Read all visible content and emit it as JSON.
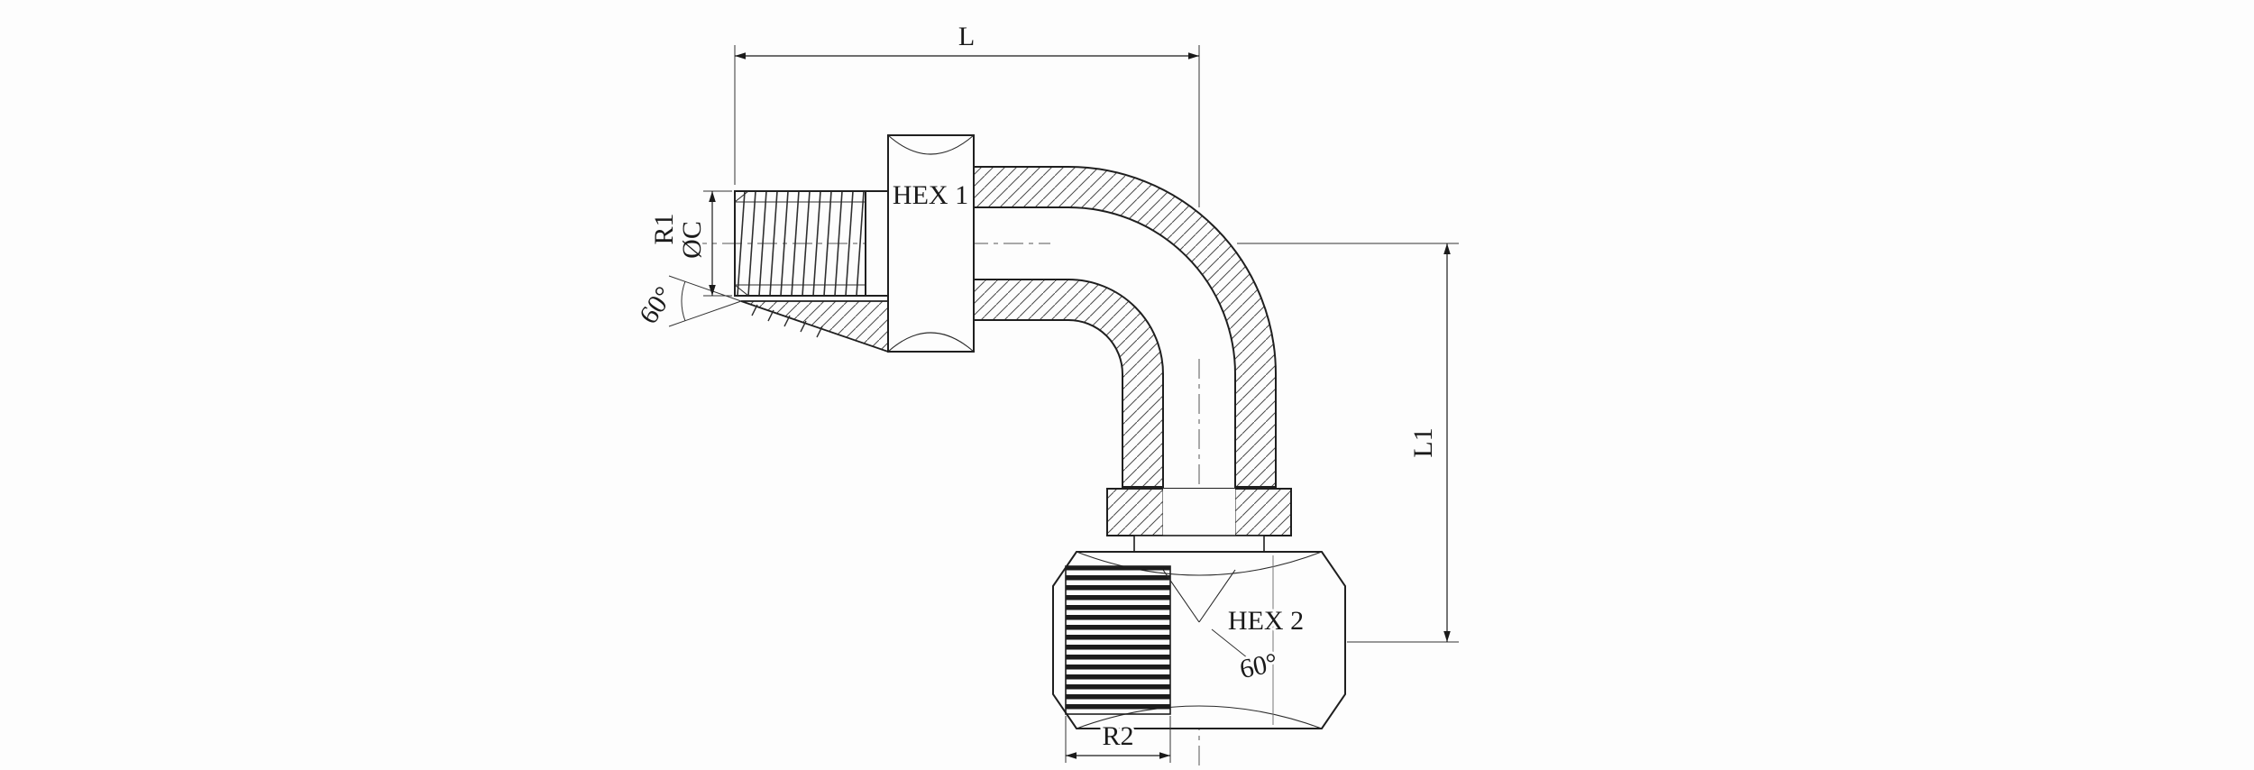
{
  "drawing": {
    "labels": {
      "dim_l": "L",
      "hex1": "HEX 1",
      "r1": "R1",
      "phi_c": "ØC",
      "cone_angle": "60°",
      "dim_l1": "L1",
      "hex2": "HEX 2",
      "seat_angle": "60°",
      "dim_r2": "R2"
    },
    "colors": {
      "line": "#1f1f1f",
      "background": "#fdfdfd"
    }
  }
}
